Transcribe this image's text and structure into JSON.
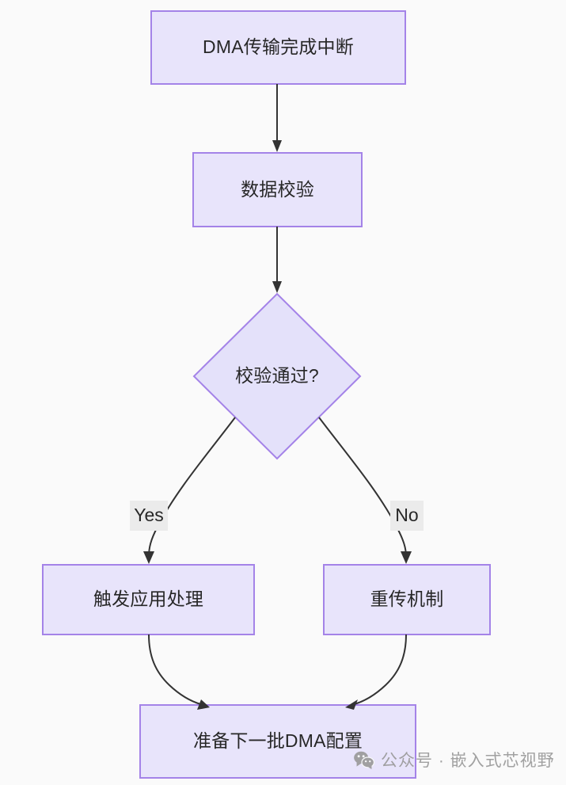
{
  "diagram": {
    "type": "flowchart",
    "direction": "top-down",
    "theme": {
      "background": "#fafafa",
      "node_fill": "#e8e4fb",
      "node_stroke": "#a483e8",
      "edge_stroke": "#333333",
      "text_color": "#272727",
      "edge_label_background": "#ebebeb",
      "watermark_color": "#9a9a9a"
    },
    "nodes": [
      {
        "id": "n1",
        "label": "DMA传输完成中断",
        "shape": "rect"
      },
      {
        "id": "n2",
        "label": "数据校验",
        "shape": "rect"
      },
      {
        "id": "n3",
        "label": "校验通过?",
        "shape": "diamond"
      },
      {
        "id": "n4",
        "label": "触发应用处理",
        "shape": "rect"
      },
      {
        "id": "n5",
        "label": "重传机制",
        "shape": "rect"
      },
      {
        "id": "n6",
        "label": "准备下一批DMA配置",
        "shape": "rect"
      }
    ],
    "edges": [
      {
        "from": "n1",
        "to": "n2",
        "label": ""
      },
      {
        "from": "n2",
        "to": "n3",
        "label": ""
      },
      {
        "from": "n3",
        "to": "n4",
        "label": "Yes"
      },
      {
        "from": "n3",
        "to": "n5",
        "label": "No"
      },
      {
        "from": "n4",
        "to": "n6",
        "label": ""
      },
      {
        "from": "n5",
        "to": "n6",
        "label": ""
      }
    ]
  },
  "watermark": {
    "icon": "wechat-icon",
    "text": "公众号 · 嵌入式芯视野"
  }
}
